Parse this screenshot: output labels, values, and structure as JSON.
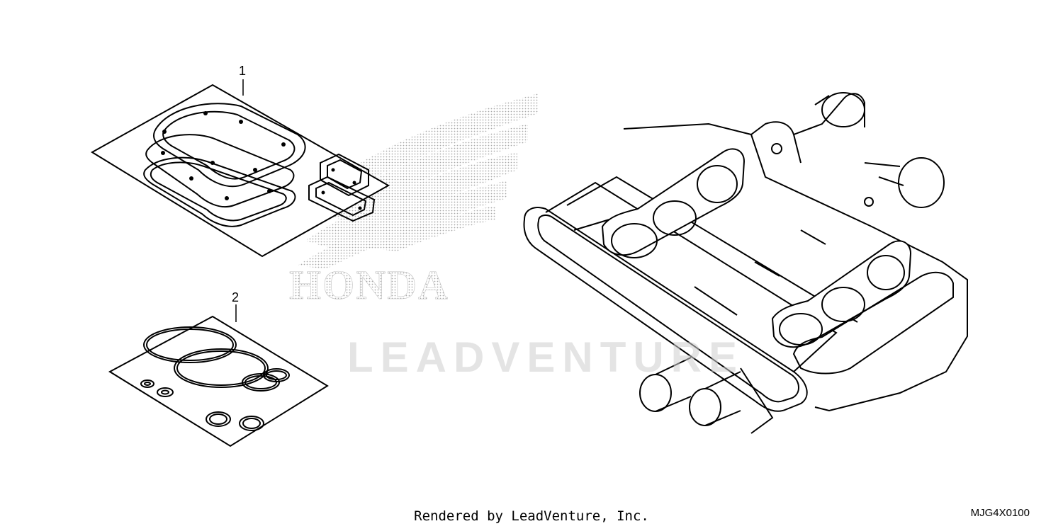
{
  "callouts": [
    {
      "number": "1",
      "part": "gasket-kit-a"
    },
    {
      "number": "2",
      "part": "gasket-kit-b"
    }
  ],
  "watermark": {
    "text": "LEADVENTURE"
  },
  "footer": {
    "credit": "Rendered by LeadVenture, Inc.",
    "diagram_code": "MJG4X0100"
  },
  "colors": {
    "line": "#000000",
    "watermark": "#cfcfcf",
    "logo_dots": "#9a9a9a"
  },
  "logo": {
    "text": "HONDA"
  }
}
